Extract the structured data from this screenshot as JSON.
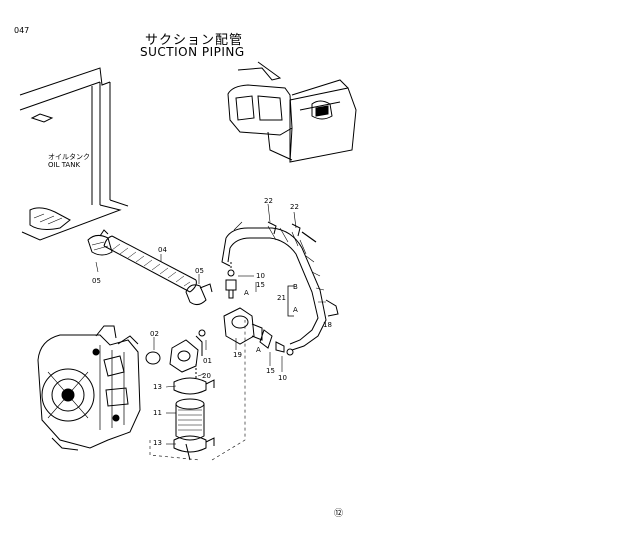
{
  "header": {
    "page_code": "047",
    "title_jp": "サクション配管",
    "title_en": "SUCTION PIPING"
  },
  "tank_label": {
    "jp": "オイルタンク",
    "en": "OIL TANK"
  },
  "parts": {
    "p01": "01",
    "p02": "02",
    "p04": "04",
    "p05a": "05",
    "p05b": "05",
    "p10a": "10",
    "p10b": "10",
    "p11": "11",
    "p13a": "13",
    "p13b": "13",
    "p15a": "15",
    "p15b": "15",
    "p18": "18",
    "p19": "19",
    "p20": "20",
    "p21": "21",
    "p22a": "22",
    "p22b": "22",
    "A1": "A",
    "A2": "A",
    "A3": "A",
    "B": "B"
  },
  "footer": {
    "mark": "⑫"
  }
}
